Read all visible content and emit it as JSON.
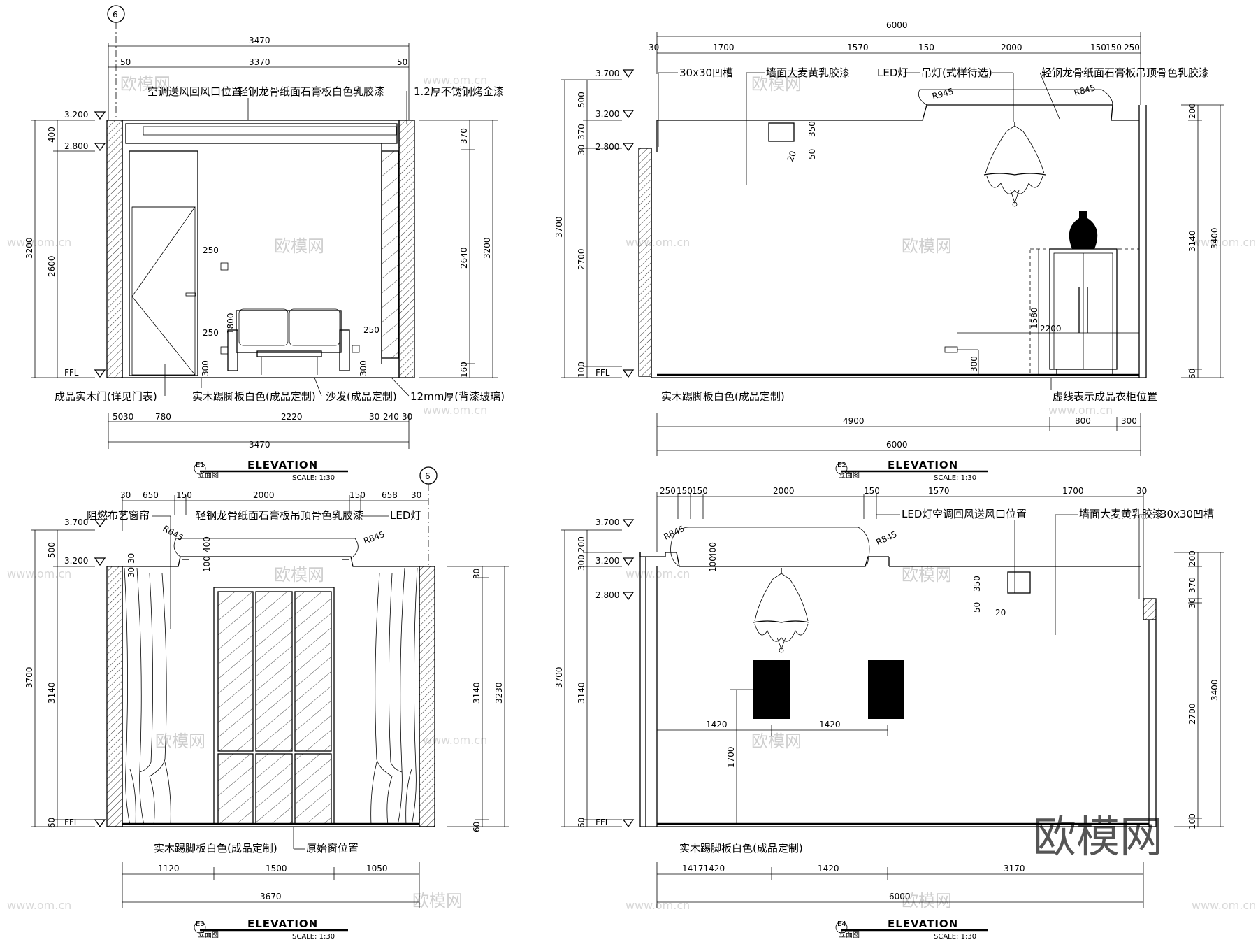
{
  "watermark": {
    "text": "欧模网",
    "url": "www.om.cn",
    "corner": "欧模网"
  },
  "common": {
    "title": "ELEVATION",
    "scale": "SCALE: 1:30",
    "ffl": "FFL"
  },
  "e1": {
    "tag": "E1",
    "sub": "立面图",
    "axis": "6",
    "levels": [
      "3.200",
      "2.800"
    ],
    "top_dims": [
      "3470",
      "50",
      "3370",
      "50"
    ],
    "labels": [
      "空调送风回风口位置",
      "轻钢龙骨纸面石膏板白色乳胶漆",
      "1.2厚不锈钢烤金漆",
      "成品实木门(详见门表)",
      "实木踢脚板白色(成品定制)",
      "沙发(成品定制)",
      "12mm厚(背漆玻璃)"
    ],
    "left_dims": [
      "400",
      "3200",
      "2600"
    ],
    "right_dims": [
      "370",
      "2640",
      "3200",
      "160"
    ],
    "inner_dims": [
      "250",
      "250",
      "250",
      "1800",
      "300",
      "300"
    ],
    "bottom_dims": [
      "50",
      "30",
      "780",
      "2220",
      "30",
      "240",
      "30"
    ],
    "bottom_total": "3470"
  },
  "e2": {
    "tag": "E2",
    "sub": "立面图",
    "levels": [
      "3.700",
      "3.200",
      "2.800"
    ],
    "top_total": "6000",
    "top_dims": [
      "30",
      "1700",
      "1570",
      "150",
      "2000",
      "150",
      "150",
      "250"
    ],
    "labels": [
      "30x30凹槽",
      "墙面大麦黄乳胶漆",
      "LED灯",
      "吊灯(式样待选)",
      "轻钢龙骨纸面石膏板吊顶骨色乳胶漆",
      "实木踢脚板白色(成品定制)",
      "虚线表示成品衣柜位置"
    ],
    "radii": [
      "R945",
      "R845"
    ],
    "left_dims": [
      "500",
      "370",
      "30",
      "3700",
      "2700",
      "100"
    ],
    "right_dims": [
      "200",
      "3140",
      "3400",
      "60"
    ],
    "inner_dims": [
      "350",
      "50",
      "20",
      "1580",
      "2200",
      "300"
    ],
    "bottom_dims": [
      "4900",
      "800",
      "300"
    ],
    "bottom_total": "6000"
  },
  "e3": {
    "tag": "E3",
    "sub": "立面图",
    "axis": "6",
    "levels": [
      "3.700",
      "3.200"
    ],
    "top_dims": [
      "30",
      "650",
      "150",
      "2000",
      "150",
      "658",
      "30"
    ],
    "labels": [
      "阻燃布艺窗帘",
      "轻钢龙骨纸面石膏板吊顶骨色乳胶漆",
      "LED灯",
      "实木踢脚板白色(成品定制)",
      "原始窗位置"
    ],
    "radii": [
      "R645",
      "R845"
    ],
    "left_dims": [
      "500",
      "3700",
      "3140",
      "60"
    ],
    "right_dims": [
      "30",
      "3140",
      "3230",
      "60"
    ],
    "inner_dims": [
      "400",
      "100",
      "30",
      "30"
    ],
    "bottom_dims": [
      "1120",
      "1500",
      "1050"
    ],
    "bottom_total": "3670"
  },
  "e4": {
    "tag": "E4",
    "sub": "立面图",
    "levels": [
      "3.700",
      "3.200",
      "2.800"
    ],
    "top_dims": [
      "250",
      "150",
      "150",
      "2000",
      "150",
      "1570",
      "1700",
      "30"
    ],
    "labels": [
      "LED灯",
      "空调回风送风口位置",
      "墙面大麦黄乳胶漆",
      "30x30凹槽",
      "实木踢脚板白色(成品定制)"
    ],
    "radii": [
      "R845",
      "R845"
    ],
    "left_dims": [
      "200",
      "300",
      "3700",
      "3140",
      "60"
    ],
    "right_dims": [
      "200",
      "370",
      "30",
      "2700",
      "3400",
      "100"
    ],
    "inner_dims": [
      "400",
      "100",
      "350",
      "50",
      "20",
      "1420",
      "1420",
      "1700"
    ],
    "bottom_dims": [
      "14171420",
      "1420",
      "3170"
    ],
    "bottom_total": "6000"
  }
}
